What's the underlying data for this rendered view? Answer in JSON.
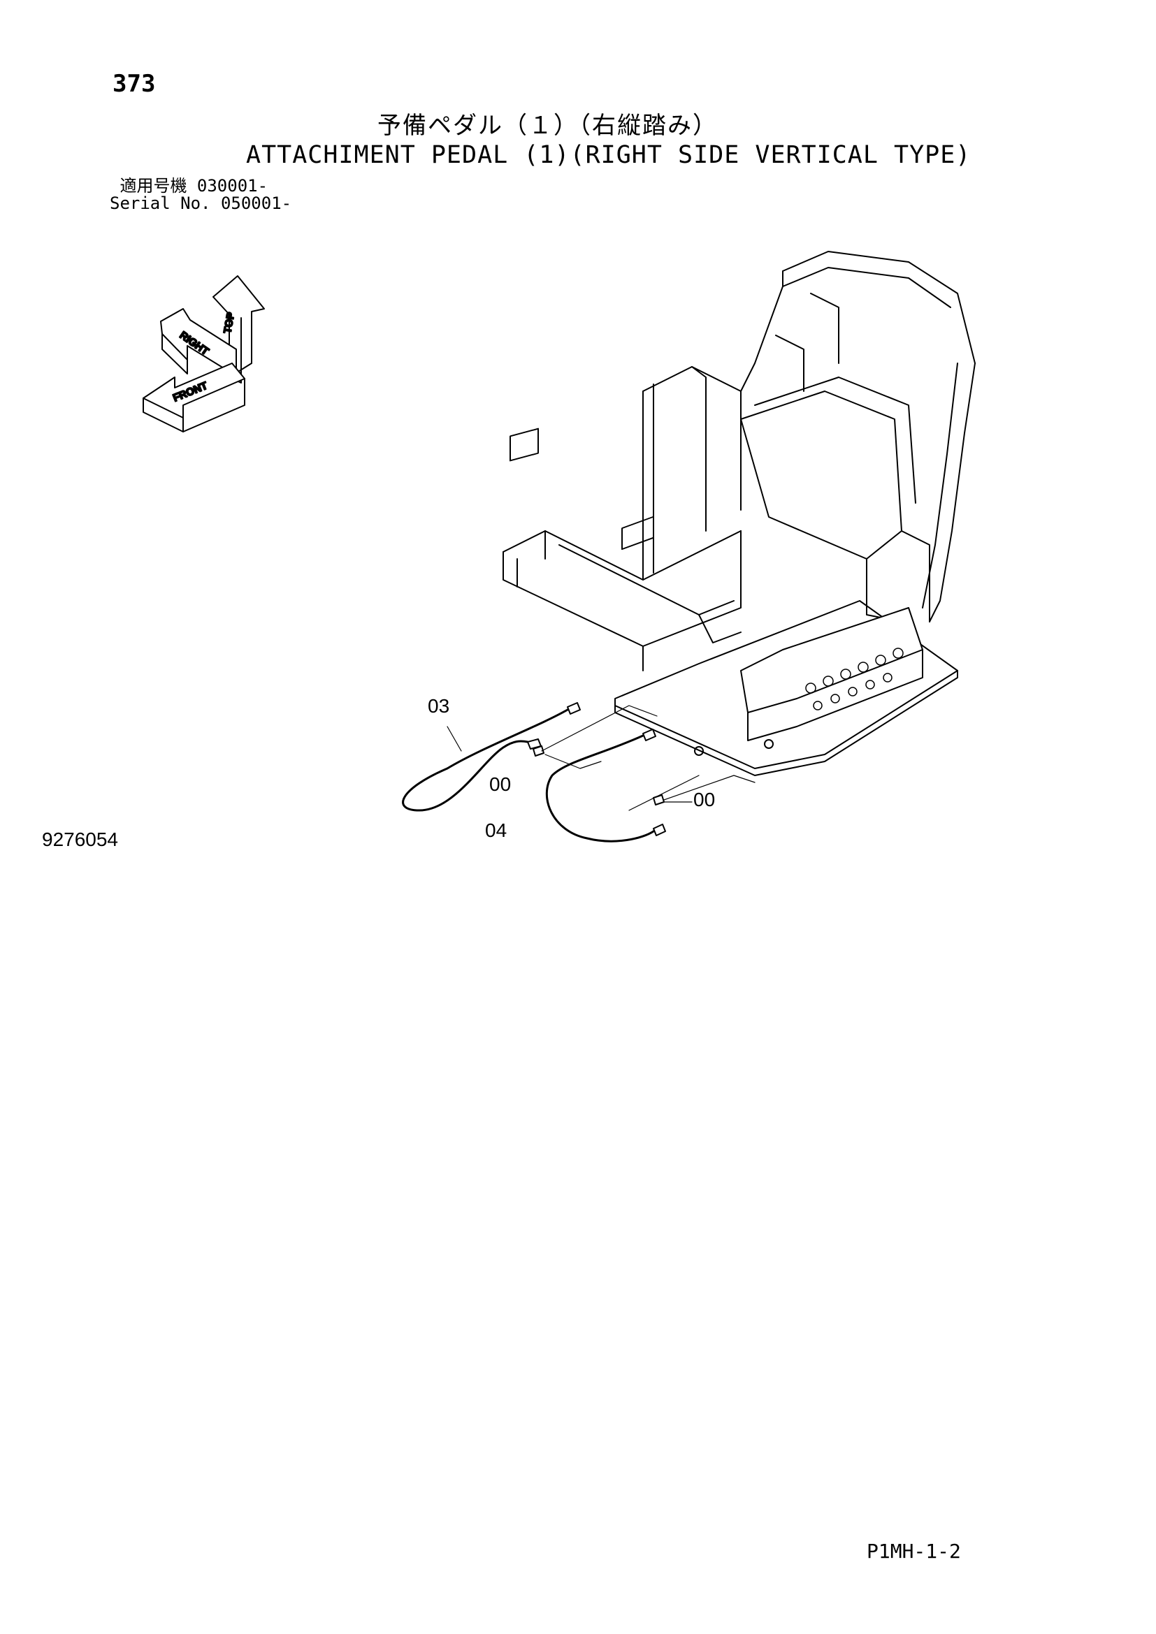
{
  "header": {
    "page_number": "373",
    "title_ja": "予備ペダル（１）（右縦踏み）",
    "title_en": "ATTACHIMENT PEDAL (1)(RIGHT SIDE VERTICAL TYPE)"
  },
  "serial": {
    "label_ja": "適用号機",
    "value_ja": "030001-",
    "label_en": "Serial No.",
    "value_en": "050001-"
  },
  "orientation_icon": {
    "top": "TOP",
    "right": "RIGHT",
    "front": "FRONT"
  },
  "callouts": {
    "c03": "03",
    "c00_left": "00",
    "c00_right": "00",
    "c04": "04"
  },
  "figure_number": "9276054",
  "footer_code": "P1MH-1-2"
}
